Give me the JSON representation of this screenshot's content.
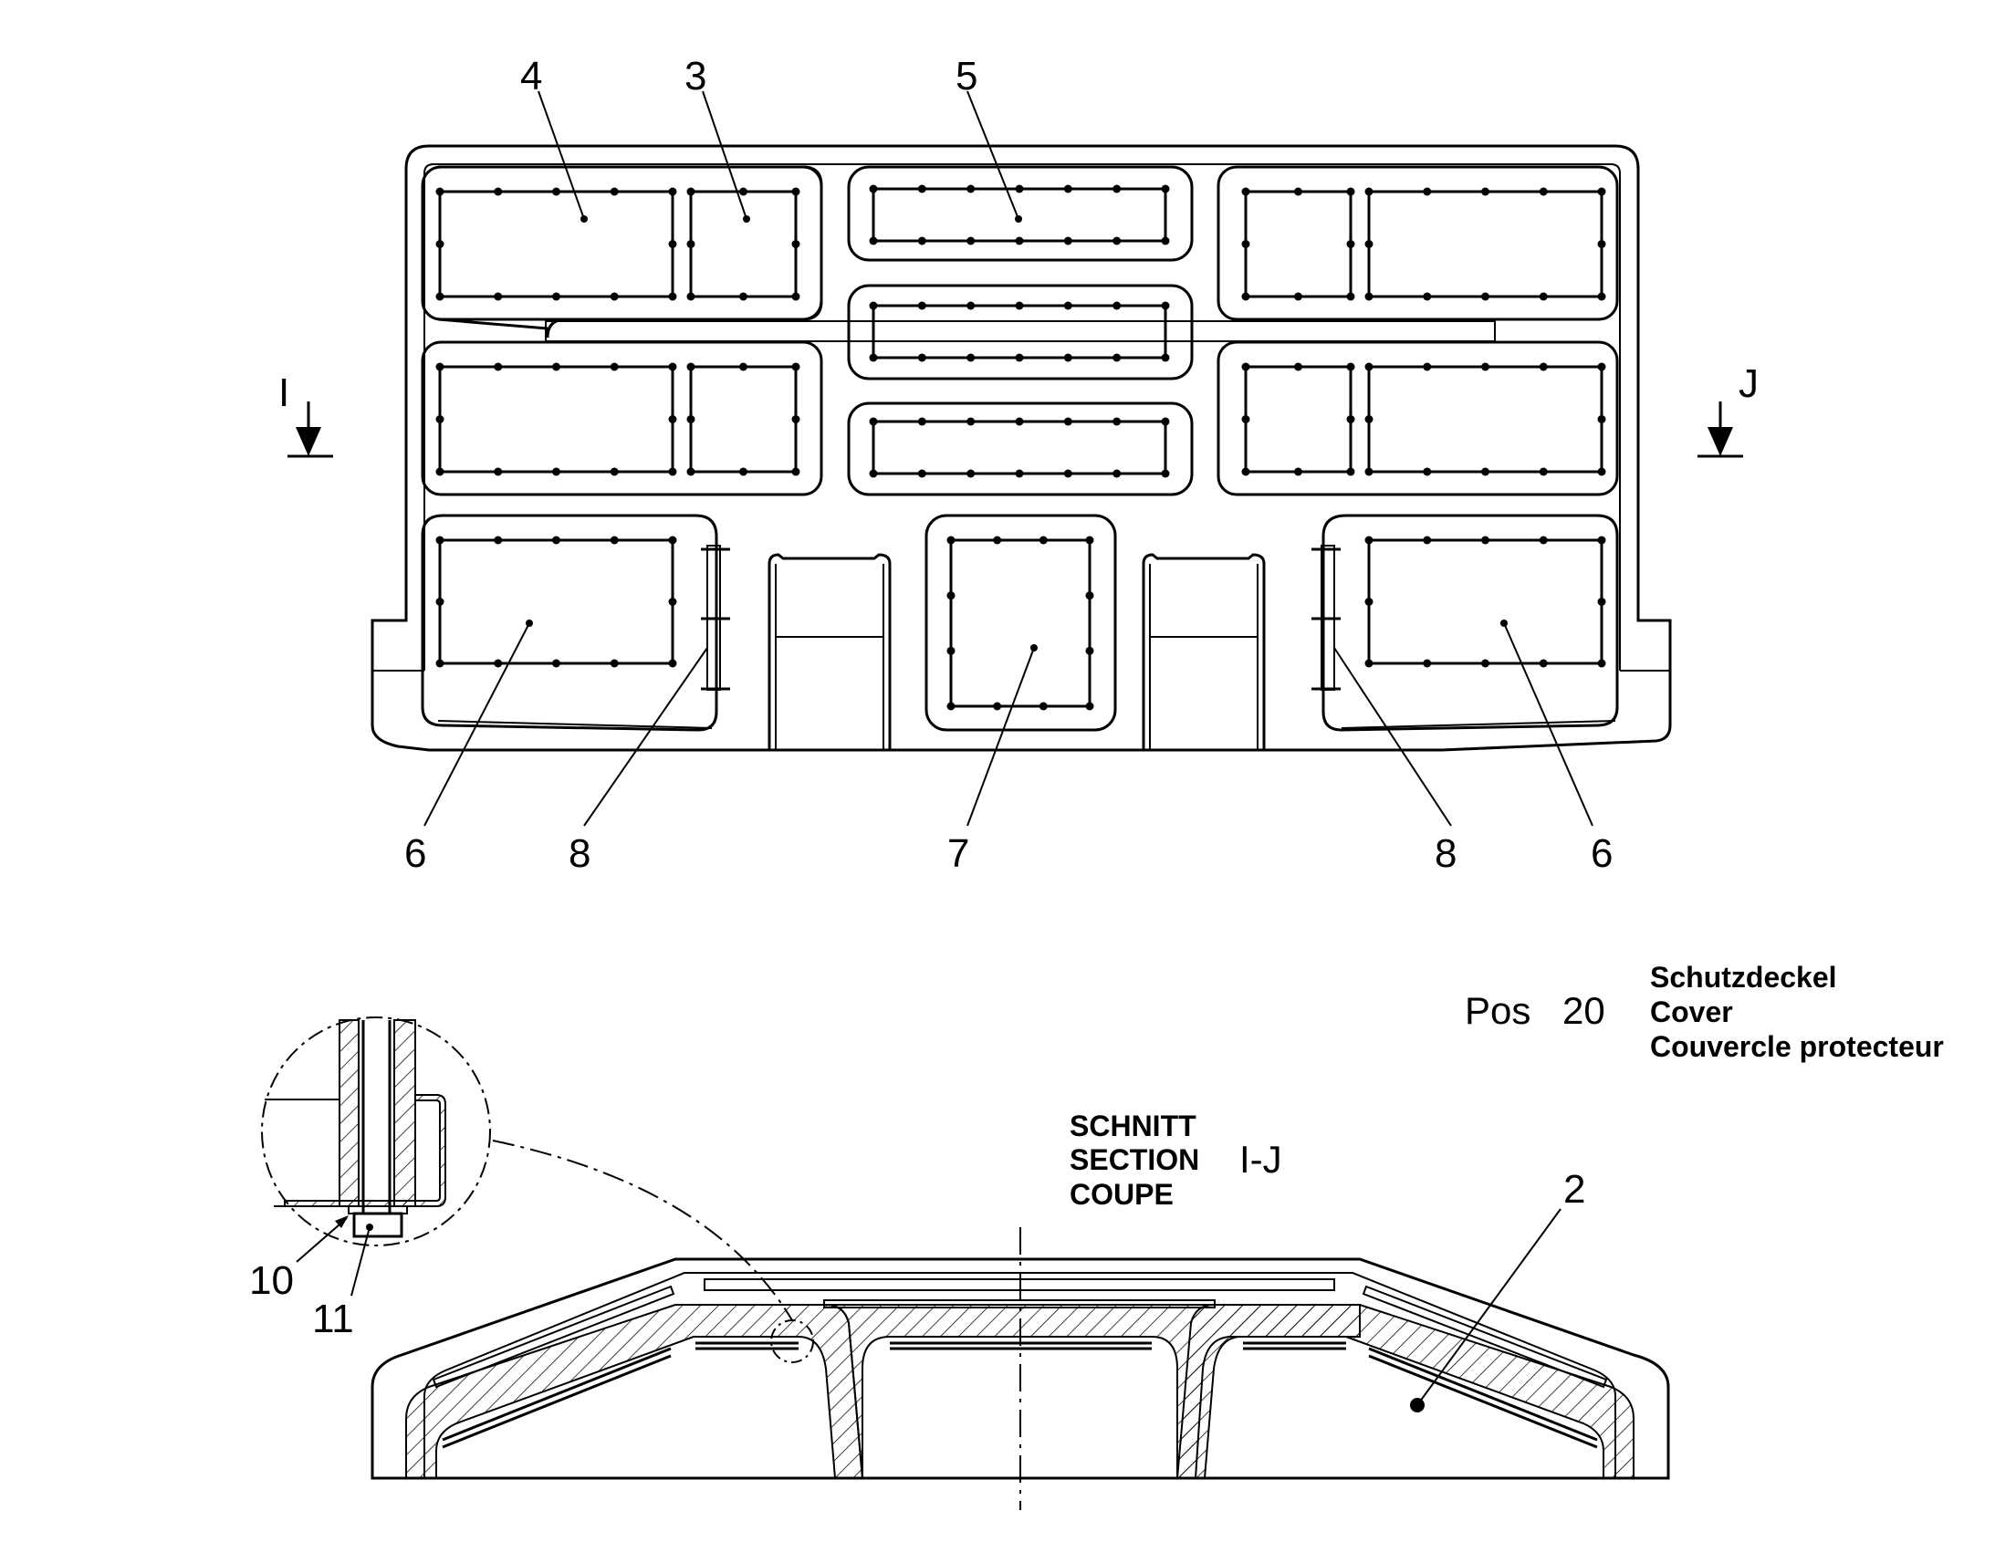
{
  "callouts": {
    "c4": "4",
    "c3": "3",
    "c5": "5",
    "c6_left": "6",
    "c8_left": "8",
    "c7": "7",
    "c8_right": "8",
    "c6_right": "6",
    "c2": "2",
    "c10": "10",
    "c11": "11"
  },
  "section_markers": {
    "left": "I",
    "right": "J"
  },
  "section_title": {
    "line1": "SCHNITT",
    "line2": "SECTION",
    "line3": "COUPE",
    "id": "I-J"
  },
  "position": {
    "label": "Pos",
    "number": "20",
    "name_de": "Schutzdeckel",
    "name_en": "Cover",
    "name_fr": "Couvercle protecteur"
  }
}
